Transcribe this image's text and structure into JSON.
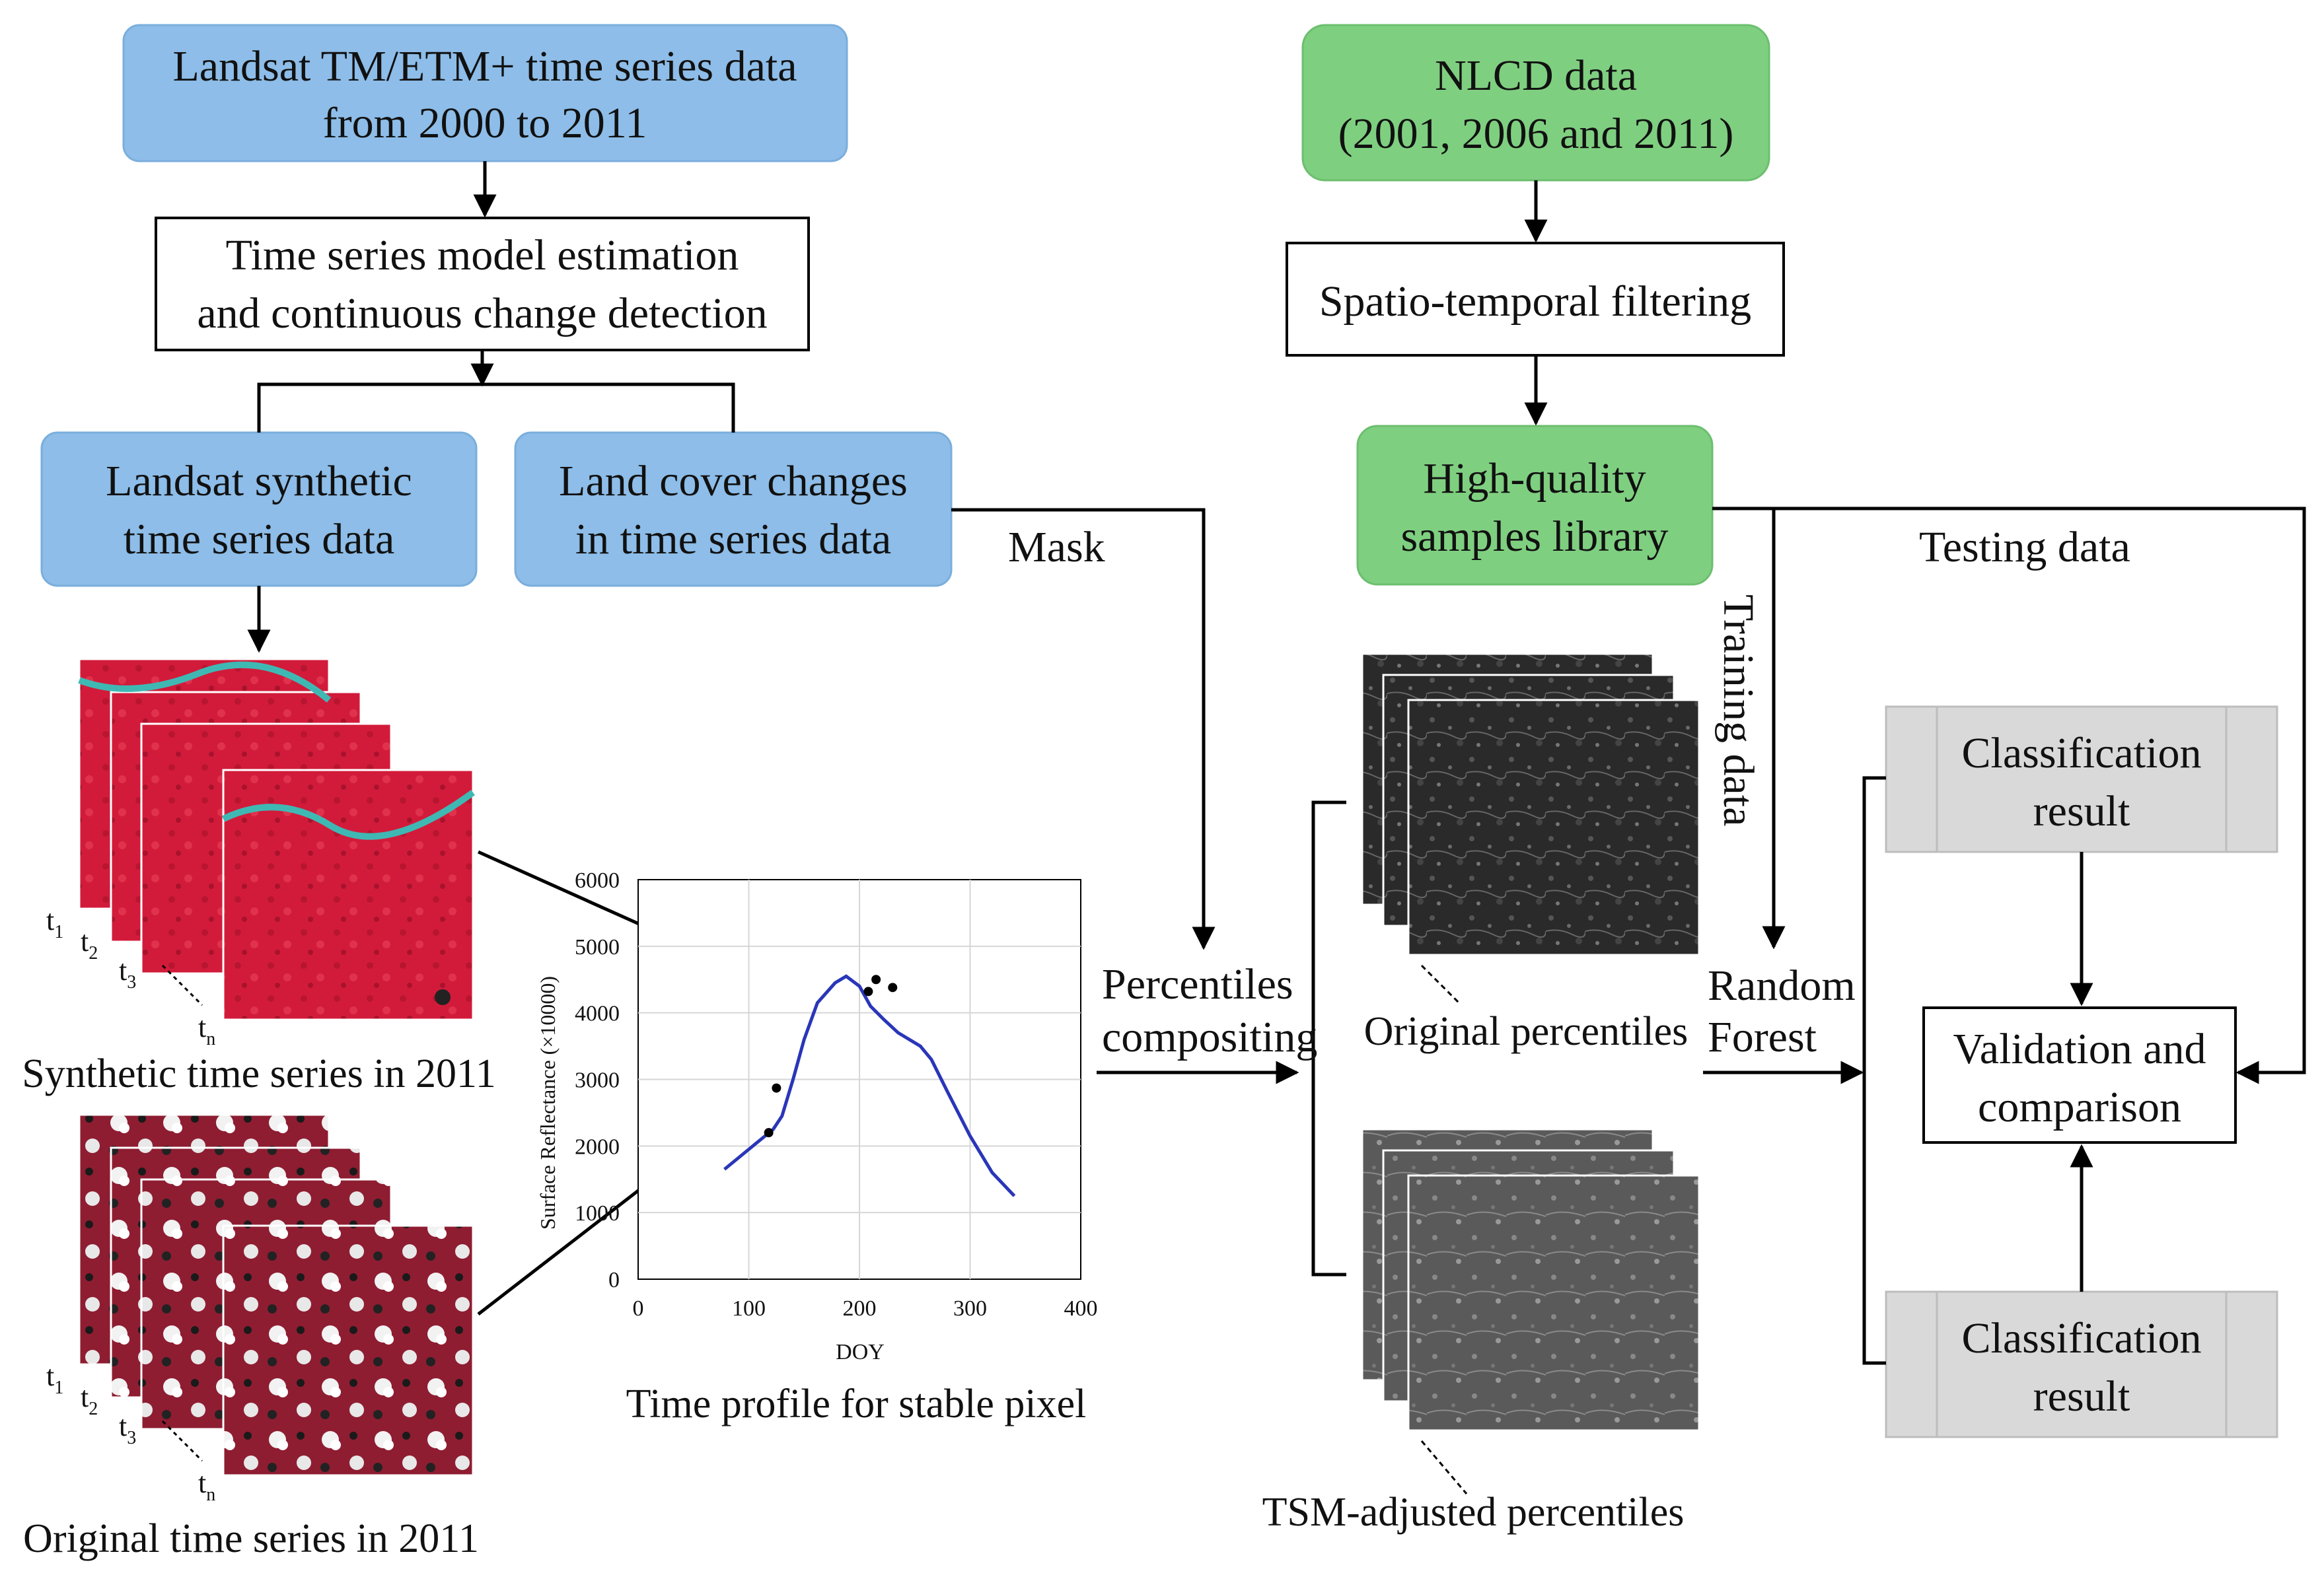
{
  "colors": {
    "blue_box": "#8dbde8",
    "green_box": "#7fcf80",
    "gray_box": "#d9d9d9",
    "arrow": "#000000",
    "curve": "#2a36b8",
    "synthetic_red": "#d21b3a",
    "original_red": "#9e1f35"
  },
  "boxes": {
    "landsat_input": [
      "Landsat TM/ETM+ time series data",
      "from 2000 to 2011"
    ],
    "tsm": [
      "Time series model estimation",
      "and continuous change detection"
    ],
    "synthetic": [
      "Landsat synthetic",
      "time series data"
    ],
    "changes": [
      "Land cover changes",
      "in time series data"
    ],
    "nlcd": [
      "NLCD data",
      "(2001, 2006 and 2011)"
    ],
    "filtering": [
      "Spatio-temporal filtering"
    ],
    "samples": [
      "High-quality",
      "samples library"
    ],
    "class_top": [
      "Classification",
      "result"
    ],
    "validation": [
      "Validation and",
      "comparison"
    ],
    "class_bottom": [
      "Classification",
      "result"
    ]
  },
  "labels": {
    "mask": "Mask",
    "percentiles": [
      "Percentiles",
      "compositing"
    ],
    "training": "Training data",
    "testing": "Testing data",
    "random_forest": [
      "Random",
      "Forest"
    ],
    "synthetic_caption": "Synthetic time series in 2011",
    "original_caption": "Original time series in 2011",
    "orig_pct_caption": "Original percentiles",
    "tsm_pct_caption": "TSM-adjusted percentiles",
    "profile_caption": "Time profile for stable pixel",
    "stack_t1": "t",
    "stack_t2": "t",
    "stack_t3": "t",
    "stack_tn": "t",
    "sub1": "1",
    "sub2": "2",
    "sub3": "3",
    "subn": "n"
  },
  "chart_data": {
    "type": "line",
    "xlabel": "DOY",
    "ylabel": "Surface Reflectance (×10000)",
    "xlim": [
      0,
      400
    ],
    "ylim": [
      0,
      6000
    ],
    "xticks": [
      "0",
      "100",
      "200",
      "300",
      "400"
    ],
    "yticks": [
      "0",
      "1000",
      "2000",
      "3000",
      "4000",
      "5000",
      "6000"
    ],
    "series": [
      {
        "kind": "line",
        "x": [
          78,
          100,
          122,
          130,
          140,
          150,
          162,
          178,
          188,
          200,
          210,
          222,
          235,
          255,
          265,
          280,
          300,
          320,
          340
        ],
        "values": [
          1650,
          1950,
          2250,
          2450,
          3000,
          3600,
          4150,
          4450,
          4550,
          4400,
          4100,
          3900,
          3700,
          3500,
          3300,
          2800,
          2150,
          1600,
          1250
        ]
      },
      {
        "kind": "scatter",
        "x": [
          118,
          125,
          208,
          215,
          230
        ],
        "values": [
          2200,
          2870,
          4320,
          4500,
          4380
        ]
      }
    ]
  }
}
